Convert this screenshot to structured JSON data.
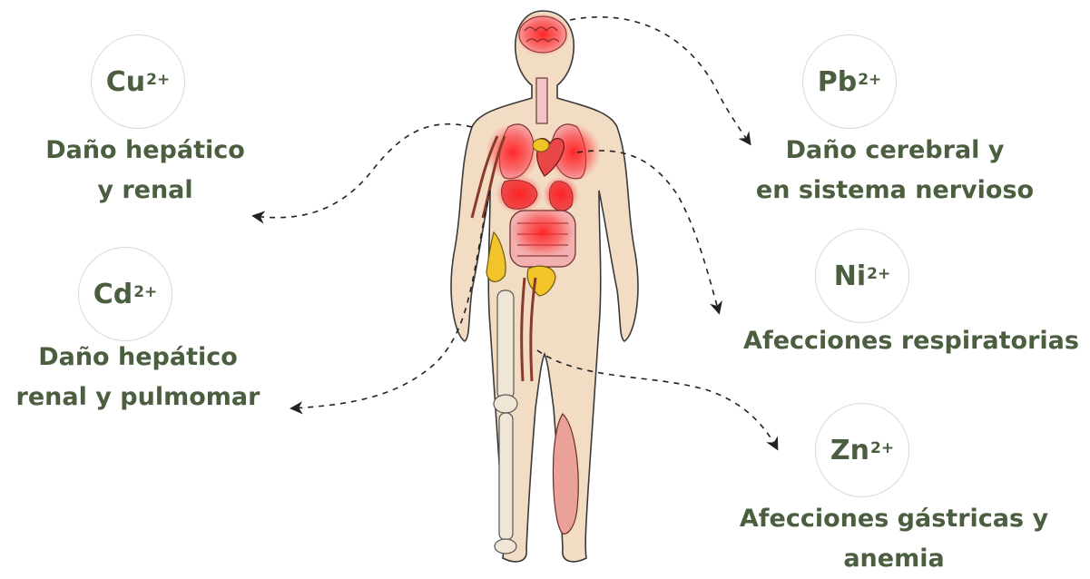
{
  "items": [
    {
      "id": "cu",
      "ion": "Cu",
      "charge": "2+",
      "lines": [
        "Daño hepático",
        "y renal"
      ]
    },
    {
      "id": "cd",
      "ion": "Cd",
      "charge": "2+",
      "lines": [
        "Daño hepático",
        "renal y pulmomar"
      ]
    },
    {
      "id": "pb",
      "ion": "Pb",
      "charge": "2+",
      "lines": [
        "Daño cerebral y",
        "en sistema nervioso"
      ]
    },
    {
      "id": "ni",
      "ion": "Ni",
      "charge": "2+",
      "lines": [
        "Afecciones respiratorias"
      ]
    },
    {
      "id": "zn",
      "ion": "Zn",
      "charge": "2+",
      "lines": [
        "Afecciones gástricas y",
        "anemia"
      ]
    }
  ],
  "colors": {
    "text": "#4b5e40",
    "skin": "#f2dcc4",
    "inflammation": "#ff2a2a",
    "bone": "#f0e6d6",
    "arrow": "#333333"
  }
}
